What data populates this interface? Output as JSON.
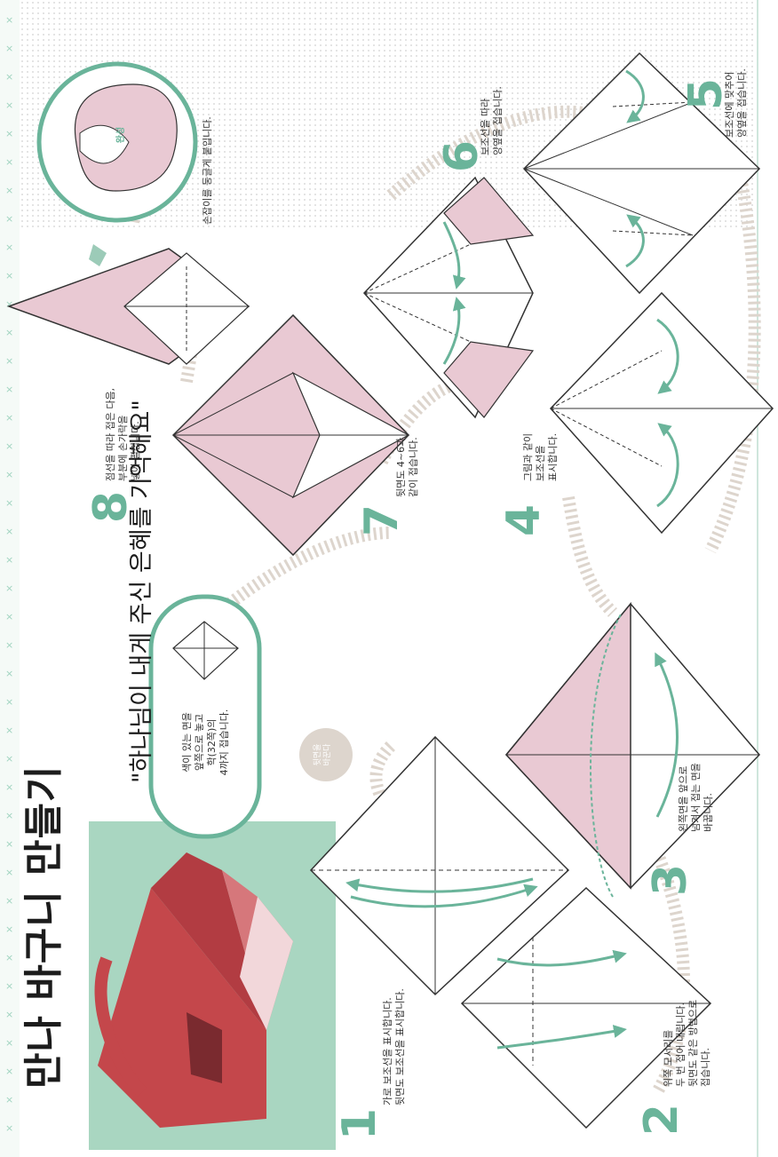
{
  "header": {
    "title": "만나 바구니 만들기",
    "subtitle": "\"하나님이 내게 주신 은혜를 기억해요\""
  },
  "intro": {
    "lines": [
      "색이 있는 면을",
      "앞쪽으로 놓고",
      "학(32쪽)의",
      "4까지 접습니다."
    ]
  },
  "flip_badge": {
    "lines": [
      "뒷면을",
      "바꾼다"
    ]
  },
  "complete": {
    "badge": "완성",
    "caption": "손잡이를 둥글게 붙입니다."
  },
  "steps": [
    {
      "number": "1",
      "lines": [
        "가로 보조선을 표시합니다.",
        "뒷면도 보조선을 표시합니다."
      ]
    },
    {
      "number": "2",
      "lines": [
        "위쪽 모서리를",
        "두 번 접어 내립니다.",
        "뒷면도 같은 방법으로",
        "접습니다."
      ]
    },
    {
      "number": "3",
      "lines": [
        "왼쪽면을 앞으로",
        "넘겨서 접는 면을",
        "바꿉니다."
      ]
    },
    {
      "number": "4",
      "lines": [
        "그림과 같이",
        "보조선을",
        "표시합니다."
      ]
    },
    {
      "number": "5",
      "lines": [
        "보조선에 맞추어",
        "양옆을 접습니다."
      ]
    },
    {
      "number": "6",
      "lines": [
        "보조선을 따라",
        "양옆을 접습니다."
      ]
    },
    {
      "number": "7",
      "lines": [
        "뒷면도 4~6과",
        "같이 접습니다."
      ]
    },
    {
      "number": "8",
      "lines": [
        "점선을 따라 접은 다음,",
        "부분에 손가락을",
        "넣어 펼칩니다."
      ]
    }
  ],
  "colors": {
    "accent": "#6ab49a",
    "paper_pink": "#e9c9d3",
    "paper_pink_dark": "#c99aaa",
    "photo_bg": "#a9d6c1",
    "basket_red": "#c4474b",
    "dots": "#ddd5cd"
  }
}
